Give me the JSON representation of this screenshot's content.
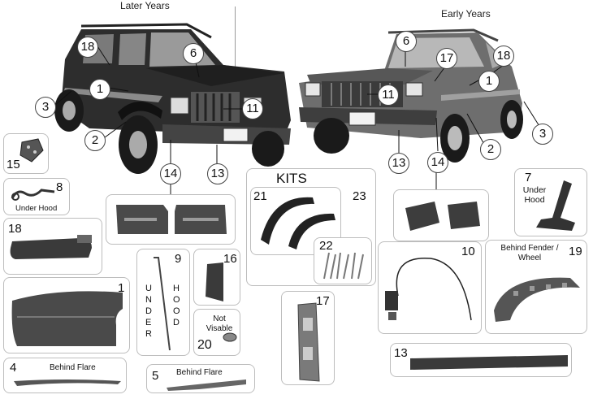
{
  "headings": {
    "later_years": "Later Years",
    "early_years": "Early Years",
    "kits": "KITS"
  },
  "callouts_later": [
    "18",
    "6",
    "1",
    "3",
    "11",
    "2",
    "14",
    "13"
  ],
  "callouts_early": [
    "6",
    "17",
    "18",
    "1",
    "11",
    "3",
    "2",
    "13",
    "14"
  ],
  "parts": {
    "p15": {
      "num": "15"
    },
    "p8": {
      "num": "8",
      "caption": "Under Hood"
    },
    "p18": {
      "num": "18"
    },
    "p1": {
      "num": "1"
    },
    "p4": {
      "num": "4",
      "caption": "Behind Flare"
    },
    "p5": {
      "num": "5",
      "caption": "Behind Flare"
    },
    "p9": {
      "num": "9",
      "letters_left": [
        "U",
        "N",
        "D",
        "E",
        "R"
      ],
      "letters_right": [
        "H",
        "O",
        "O",
        "D"
      ]
    },
    "p16": {
      "num": "16"
    },
    "p20": {
      "num": "20",
      "caption": "Not Visable"
    },
    "p17": {
      "num": "17"
    },
    "p21": {
      "num": "21"
    },
    "p23": {
      "num": "23"
    },
    "p22": {
      "num": "22"
    },
    "p10": {
      "num": "10"
    },
    "p7": {
      "num": "7",
      "caption": "Under Hood"
    },
    "p19": {
      "num": "19",
      "caption": "Behind Fender / Wheel"
    },
    "p13": {
      "num": "13"
    }
  },
  "colors": {
    "border": "#bdbdbd",
    "part_dark": "#3a3a3a",
    "part_mid": "#6b6b6b",
    "part_light": "#9a9a9a"
  }
}
